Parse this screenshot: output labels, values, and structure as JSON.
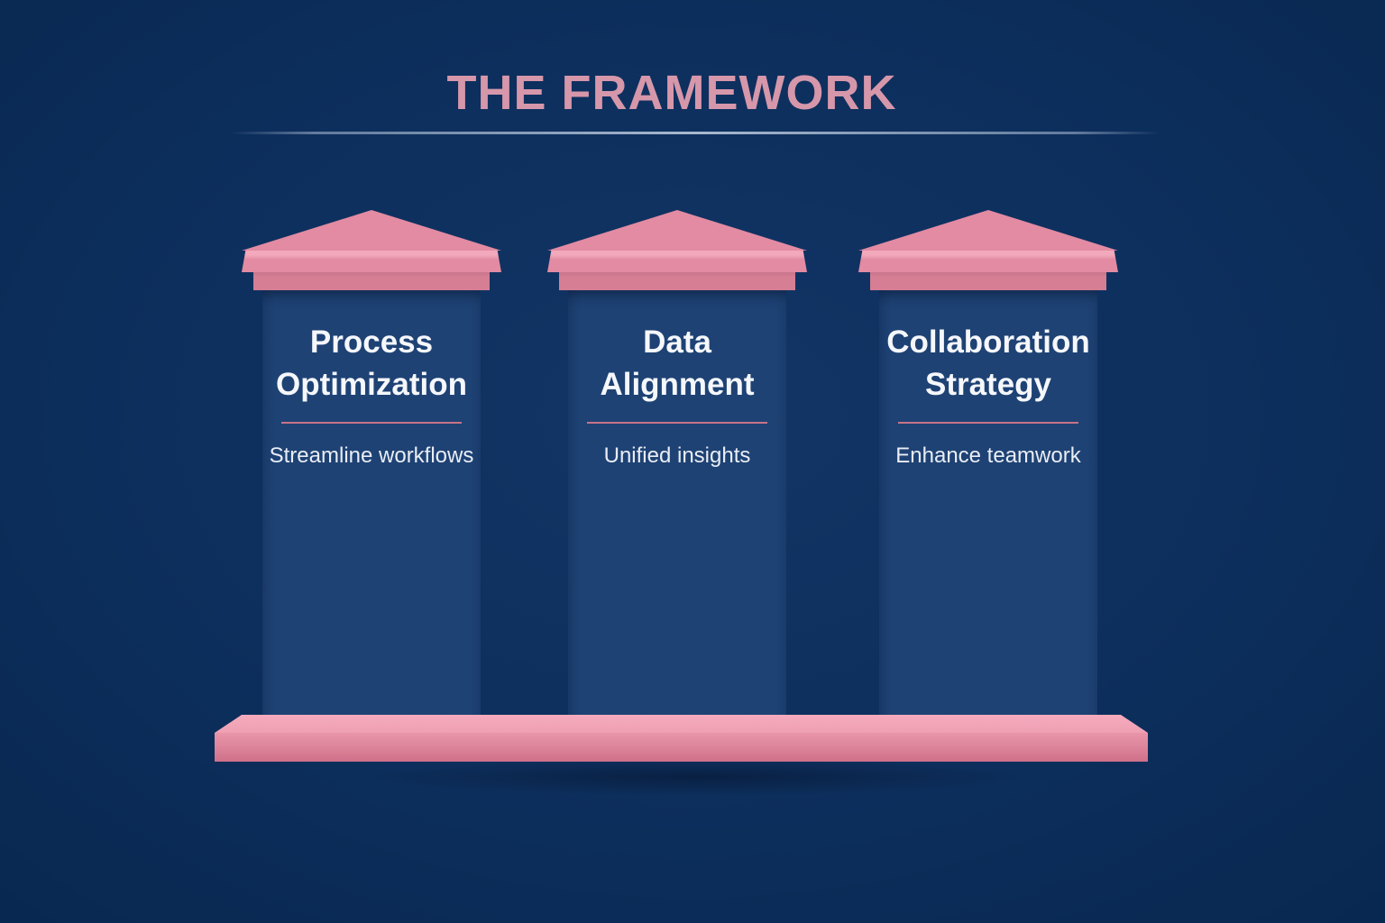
{
  "header": {
    "title": "THE FRAMEWORK"
  },
  "pillars": [
    {
      "name": "Process Optimization",
      "heading_line1": "Process",
      "heading_line2": "Optimization",
      "subtitle": "Streamline workflows"
    },
    {
      "name": "Data Alignment",
      "heading_line1": "Data",
      "heading_line2": "Alignment",
      "subtitle": "Unified insights"
    },
    {
      "name": "Collaboration Strategy",
      "heading_line1": "Collaboration",
      "heading_line2": "Strategy",
      "subtitle": "Enhance teamwork"
    }
  ],
  "colors": {
    "background": "#0d2f5d",
    "pillar_body": "#1e4274",
    "roof_pink": "#e28ba2",
    "roof_highlight": "#f2a9bb",
    "roof_cap": "#d67e94",
    "base_top": "#f2a4b7",
    "base_front": "#e18aa0",
    "title_pink": "#d697aa",
    "pillar_divider_pink": "#c77387",
    "title_divider_blue": "#a7b9cf",
    "heading_text": "#f5f7fb",
    "subtitle_text": "#e9edf5"
  }
}
